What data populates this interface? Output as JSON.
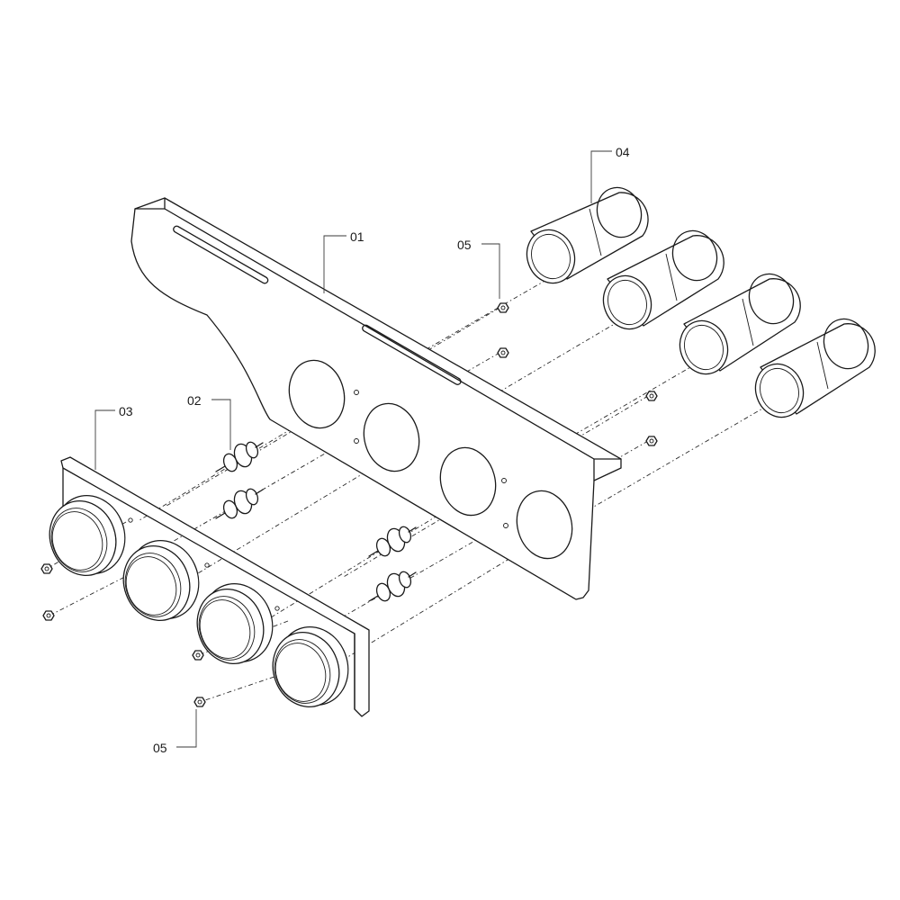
{
  "callouts": {
    "part_01": "01",
    "part_02": "02",
    "part_03": "03",
    "part_04": "04",
    "part_05_top": "05",
    "part_05_bottom": "05"
  }
}
